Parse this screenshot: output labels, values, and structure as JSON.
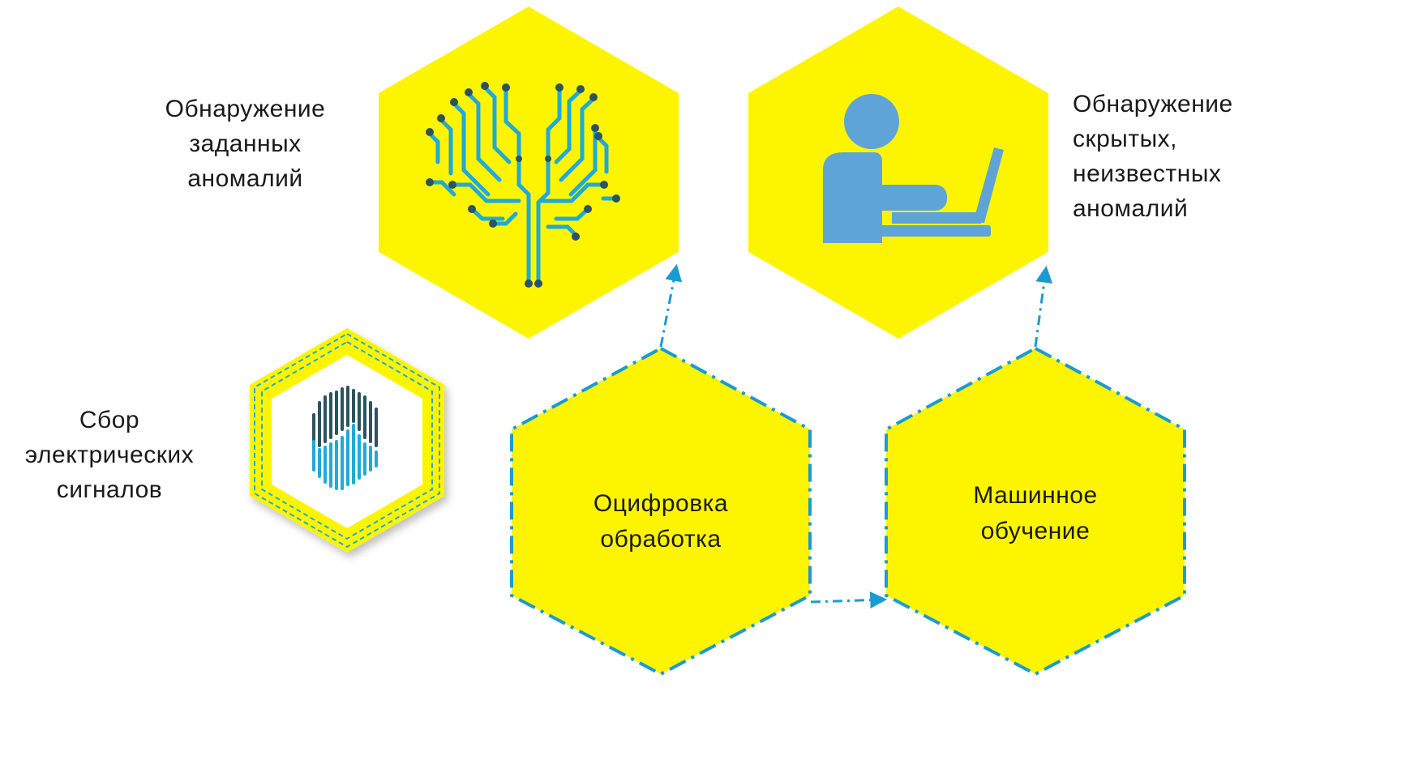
{
  "colors": {
    "hex_fill": "#fdf500",
    "connector": "#1a9bd1",
    "icon_blue": "#5fa4d6",
    "circuit_blue": "#1faad7",
    "circuit_node": "#2b5360",
    "text": "#1a1a1a"
  },
  "nodes": {
    "known_anomalies": {
      "lines": [
        "Обнаружение",
        "заданных",
        "аномалий"
      ],
      "icon": "brain-circuit-icon"
    },
    "hidden_anomalies": {
      "lines": [
        "Обнаружение",
        "скрытых,",
        "неизвестных",
        "аномалий"
      ],
      "icon": "person-laptop-icon"
    },
    "signal_collection": {
      "lines": [
        "Сбор",
        "электрических",
        "сигналов"
      ],
      "icon": "signal-waveform-icon"
    },
    "digitization": {
      "lines": [
        "Оцифровка",
        "обработка"
      ]
    },
    "machine_learning": {
      "lines": [
        "Машинное",
        "обучение"
      ]
    }
  }
}
